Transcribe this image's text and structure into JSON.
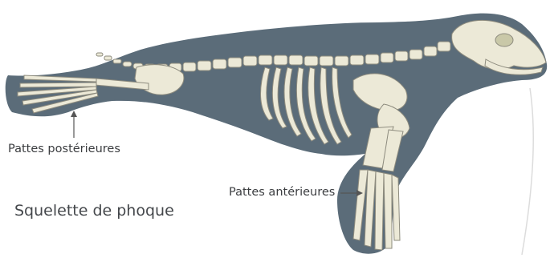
{
  "labels": {
    "hind_flippers": "Pattes postérieures",
    "fore_flippers": "Pattes antérieures"
  },
  "caption": "Squelette de phoque",
  "colors": {
    "silhouette": "#5b6c79",
    "bone": "#ece9d7",
    "bone_outline": "#8d8b7e",
    "text": "#3b3d40",
    "leader_line": "#555555"
  }
}
